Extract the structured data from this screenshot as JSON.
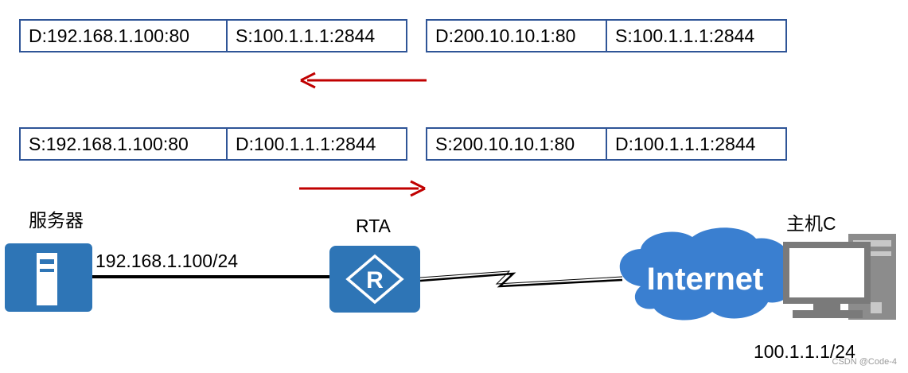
{
  "packets": {
    "reply_left": {
      "dest": "D:192.168.1.100:80",
      "src": "S:100.1.1.1:2844"
    },
    "reply_right": {
      "dest": "D:200.10.10.1:80",
      "src": "S:100.1.1.1:2844"
    },
    "send_left": {
      "src": "S:192.168.1.100:80",
      "dest": "D:100.1.1.1:2844"
    },
    "send_right": {
      "src": "S:200.10.10.1:80",
      "dest": "D:100.1.1.1:2844"
    }
  },
  "nodes": {
    "server_label": "服务器",
    "server_ip": "192.168.1.100/24",
    "router_label": "RTA",
    "router_symbol": "R",
    "cloud_label": "Internet",
    "host_label": "主机C",
    "host_ip": "100.1.1.1/24"
  },
  "watermark": "CSDN @Code-4",
  "colors": {
    "box_border": "#2f5597",
    "arrow": "#c00000",
    "device_blue": "#2e75b6",
    "cloud_blue": "#3a7fd0"
  }
}
